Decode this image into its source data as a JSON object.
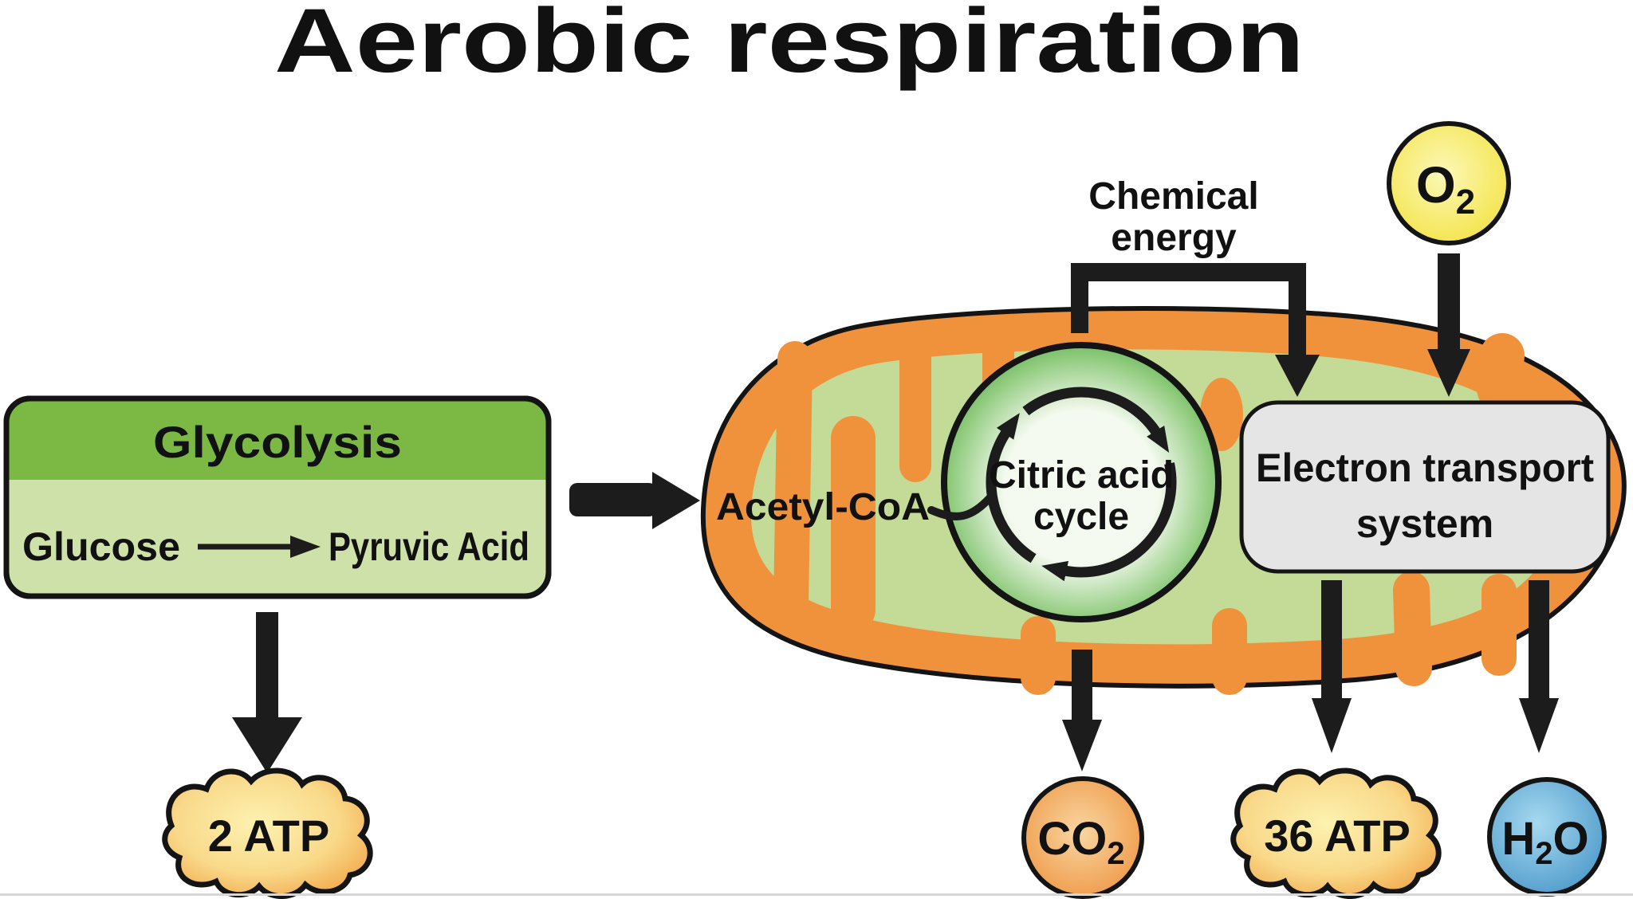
{
  "title": "Aerobic respiration",
  "glycolysis": {
    "label": "Glycolysis",
    "substrate": "Glucose",
    "product": "Pyruvic Acid",
    "atp_yield": "2 ATP"
  },
  "mitochondrion": {
    "acetyl_coa": "Acetyl-CoA",
    "citric_cycle": {
      "line1": "Citric acid",
      "line2": "cycle"
    },
    "ets": {
      "line1": "Electron transport",
      "line2": "system"
    },
    "atp_yield": "36 ATP"
  },
  "chemical_energy": {
    "line1": "Chemical",
    "line2": "energy"
  },
  "molecules": {
    "o2": {
      "base": "O",
      "sub": "2",
      "tail": ""
    },
    "co2": {
      "base": "CO",
      "sub": "2",
      "tail": ""
    },
    "h2o": {
      "base": "H",
      "sub": "2",
      "tail": "O"
    }
  },
  "colors": {
    "text": "#111111",
    "outline": "#141414",
    "arrow": "#1c1c1c",
    "glycolysis_header": "#7cb944",
    "glycolysis_body": "#cde1a9",
    "mito_outer": "#f0923b",
    "mito_matrix": "#c3db96",
    "citric_center": "#f5faf0",
    "citric_mid": "#8cc979",
    "citric_edge": "#3ca047",
    "ets_box": "#e5e5e5",
    "o2_center": "#fcf8b8",
    "o2_edge": "#f2e034",
    "co2_center": "#f9d6a2",
    "co2_edge": "#ec8c33",
    "h2o_center": "#a6d9f0",
    "h2o_edge": "#4090c4",
    "atp_center": "#fdf2b0",
    "atp_mid": "#f9d98a",
    "atp_edge": "#f0a03f",
    "rule": "#d6d6d6"
  }
}
